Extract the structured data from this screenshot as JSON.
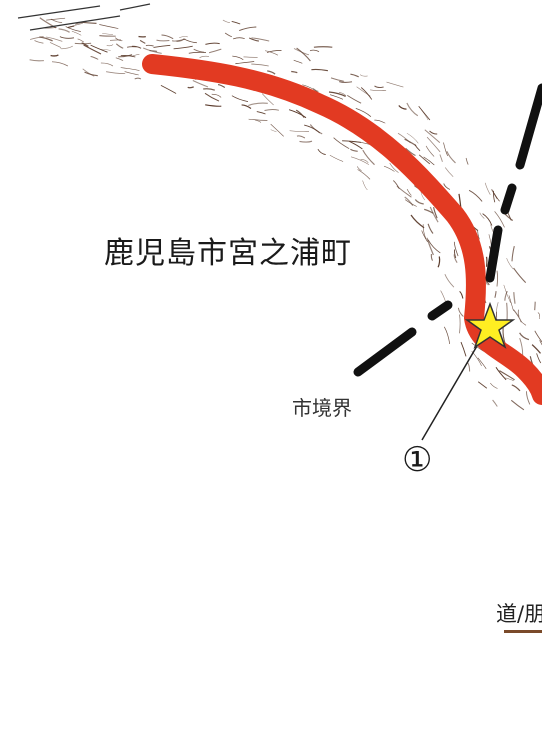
{
  "map": {
    "labels": {
      "town": "鹿児島市宮之浦町",
      "city_border": "市境界",
      "marker_number": "①",
      "road": "道/朋"
    },
    "colors": {
      "background": "#ffffff",
      "river_route": "#e23a22",
      "river_route_dark": "#b82a17",
      "boundary_line": "#111111",
      "terrain_hatch": "#5a3a2a",
      "star_fill": "#ffee22",
      "star_stroke": "#333333",
      "leader_line": "#222222"
    },
    "icons": [
      "star-marker-icon"
    ]
  }
}
